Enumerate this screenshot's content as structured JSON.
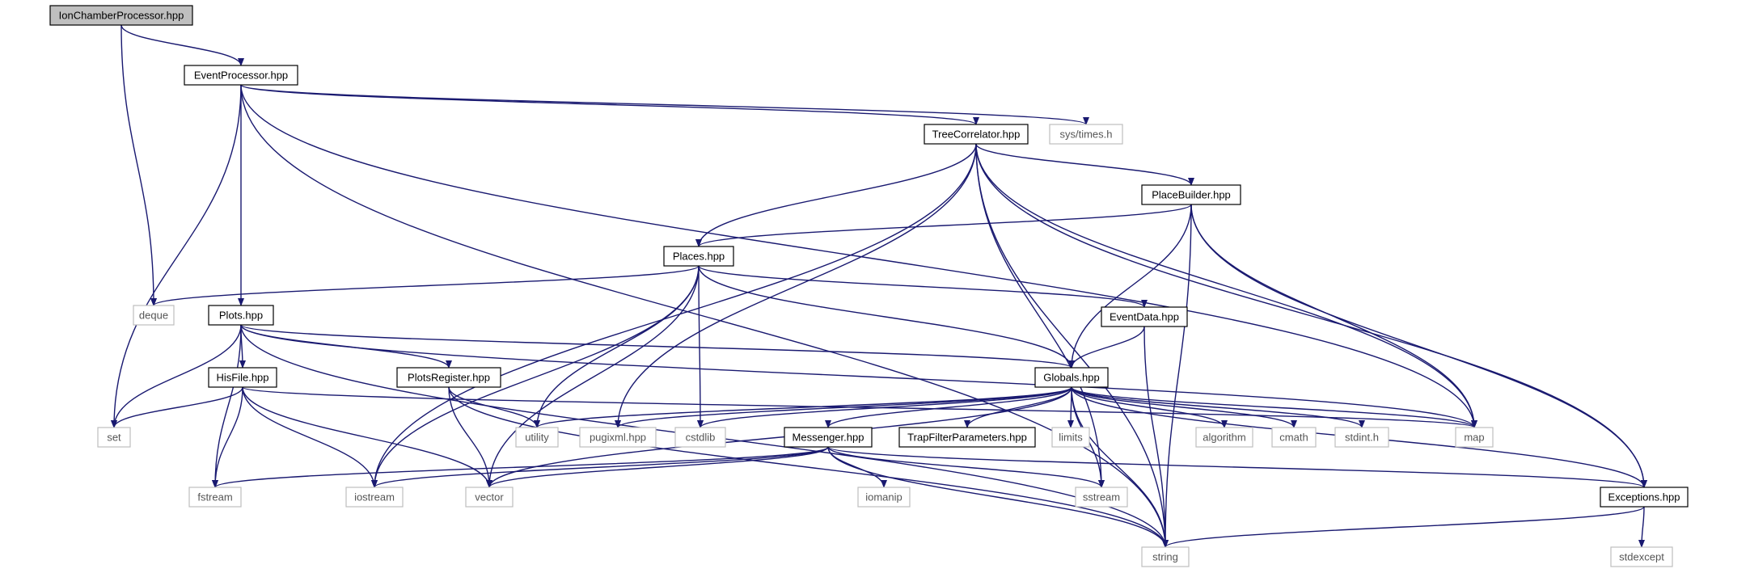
{
  "nodes": [
    {
      "id": "ionchamber",
      "label": "IonChamberProcessor.hpp",
      "kind": "root"
    },
    {
      "id": "eventprocessor",
      "label": "EventProcessor.hpp",
      "kind": "project"
    },
    {
      "id": "treecorrelator",
      "label": "TreeCorrelator.hpp",
      "kind": "project"
    },
    {
      "id": "systimes",
      "label": "sys/times.h",
      "kind": "system"
    },
    {
      "id": "placebuilder",
      "label": "PlaceBuilder.hpp",
      "kind": "project"
    },
    {
      "id": "places",
      "label": "Places.hpp",
      "kind": "project"
    },
    {
      "id": "deque",
      "label": "deque",
      "kind": "system"
    },
    {
      "id": "plots",
      "label": "Plots.hpp",
      "kind": "project"
    },
    {
      "id": "eventdata",
      "label": "EventData.hpp",
      "kind": "project"
    },
    {
      "id": "hisfile",
      "label": "HisFile.hpp",
      "kind": "project"
    },
    {
      "id": "plotsregister",
      "label": "PlotsRegister.hpp",
      "kind": "project"
    },
    {
      "id": "globals",
      "label": "Globals.hpp",
      "kind": "project"
    },
    {
      "id": "set",
      "label": "set",
      "kind": "system"
    },
    {
      "id": "utility",
      "label": "utility",
      "kind": "system"
    },
    {
      "id": "pugixml",
      "label": "pugixml.hpp",
      "kind": "system"
    },
    {
      "id": "cstdlib",
      "label": "cstdlib",
      "kind": "system"
    },
    {
      "id": "messenger",
      "label": "Messenger.hpp",
      "kind": "project"
    },
    {
      "id": "trapfilter",
      "label": "TrapFilterParameters.hpp",
      "kind": "project"
    },
    {
      "id": "limits",
      "label": "limits",
      "kind": "system"
    },
    {
      "id": "algorithm",
      "label": "algorithm",
      "kind": "system"
    },
    {
      "id": "cmath",
      "label": "cmath",
      "kind": "system"
    },
    {
      "id": "stdinth",
      "label": "stdint.h",
      "kind": "system"
    },
    {
      "id": "map",
      "label": "map",
      "kind": "system"
    },
    {
      "id": "fstream",
      "label": "fstream",
      "kind": "system"
    },
    {
      "id": "iostream",
      "label": "iostream",
      "kind": "system"
    },
    {
      "id": "vector",
      "label": "vector",
      "kind": "system"
    },
    {
      "id": "iomanip",
      "label": "iomanip",
      "kind": "system"
    },
    {
      "id": "sstream",
      "label": "sstream",
      "kind": "system"
    },
    {
      "id": "exceptions",
      "label": "Exceptions.hpp",
      "kind": "project"
    },
    {
      "id": "string",
      "label": "string",
      "kind": "system"
    },
    {
      "id": "stdexcept",
      "label": "stdexcept",
      "kind": "system"
    }
  ],
  "edges": [
    [
      "ionchamber",
      "eventprocessor"
    ],
    [
      "ionchamber",
      "deque"
    ],
    [
      "eventprocessor",
      "treecorrelator"
    ],
    [
      "eventprocessor",
      "systimes"
    ],
    [
      "eventprocessor",
      "plots"
    ],
    [
      "eventprocessor",
      "set"
    ],
    [
      "eventprocessor",
      "string"
    ],
    [
      "eventprocessor",
      "map"
    ],
    [
      "treecorrelator",
      "placebuilder"
    ],
    [
      "treecorrelator",
      "places"
    ],
    [
      "treecorrelator",
      "pugixml"
    ],
    [
      "treecorrelator",
      "iostream"
    ],
    [
      "treecorrelator",
      "map"
    ],
    [
      "treecorrelator",
      "sstream"
    ],
    [
      "treecorrelator",
      "exceptions"
    ],
    [
      "treecorrelator",
      "string"
    ],
    [
      "placebuilder",
      "places"
    ],
    [
      "placebuilder",
      "globals"
    ],
    [
      "placebuilder",
      "map"
    ],
    [
      "placebuilder",
      "exceptions"
    ],
    [
      "placebuilder",
      "string"
    ],
    [
      "places",
      "deque"
    ],
    [
      "places",
      "eventdata"
    ],
    [
      "places",
      "globals"
    ],
    [
      "places",
      "utility"
    ],
    [
      "places",
      "cstdlib"
    ],
    [
      "places",
      "vector"
    ],
    [
      "places",
      "iostream"
    ],
    [
      "eventdata",
      "globals"
    ],
    [
      "eventdata",
      "string"
    ],
    [
      "plots",
      "hisfile"
    ],
    [
      "plots",
      "plotsregister"
    ],
    [
      "plots",
      "globals"
    ],
    [
      "plots",
      "map"
    ],
    [
      "plots",
      "set"
    ],
    [
      "plots",
      "fstream"
    ],
    [
      "plots",
      "string"
    ],
    [
      "hisfile",
      "set"
    ],
    [
      "hisfile",
      "fstream"
    ],
    [
      "hisfile",
      "iostream"
    ],
    [
      "hisfile",
      "vector"
    ],
    [
      "hisfile",
      "map"
    ],
    [
      "plotsregister",
      "utility"
    ],
    [
      "plotsregister",
      "vector"
    ],
    [
      "plotsregister",
      "string"
    ],
    [
      "globals",
      "utility"
    ],
    [
      "globals",
      "pugixml"
    ],
    [
      "globals",
      "cstdlib"
    ],
    [
      "globals",
      "messenger"
    ],
    [
      "globals",
      "trapfilter"
    ],
    [
      "globals",
      "limits"
    ],
    [
      "globals",
      "algorithm"
    ],
    [
      "globals",
      "cmath"
    ],
    [
      "globals",
      "stdinth"
    ],
    [
      "globals",
      "map"
    ],
    [
      "globals",
      "exceptions"
    ],
    [
      "globals",
      "sstream"
    ],
    [
      "globals",
      "string"
    ],
    [
      "globals",
      "vector"
    ],
    [
      "messenger",
      "fstream"
    ],
    [
      "messenger",
      "iostream"
    ],
    [
      "messenger",
      "vector"
    ],
    [
      "messenger",
      "iomanip"
    ],
    [
      "messenger",
      "sstream"
    ],
    [
      "messenger",
      "exceptions"
    ],
    [
      "messenger",
      "string"
    ],
    [
      "exceptions",
      "string"
    ],
    [
      "exceptions",
      "stdexcept"
    ]
  ],
  "colors": {
    "edge": "#191970",
    "root_fill": "#bfbfbf",
    "system_border": "#bfbfbf",
    "project_border": "#000000"
  }
}
